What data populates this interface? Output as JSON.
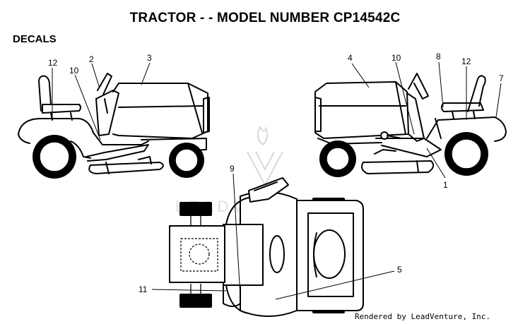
{
  "title": "TRACTOR - - MODEL NUMBER CP14542C",
  "section_label": "DECALS",
  "credit": "Rendered by LeadVenture, Inc.",
  "watermark": "LEADVENTURE",
  "callouts": {
    "c1": "1",
    "c2": "2",
    "c3": "3",
    "c4": "4",
    "c5": "5",
    "c7": "7",
    "c8": "8",
    "c9": "9",
    "c10a": "10",
    "c10b": "10",
    "c11": "11",
    "c12a": "12",
    "c12b": "12"
  }
}
